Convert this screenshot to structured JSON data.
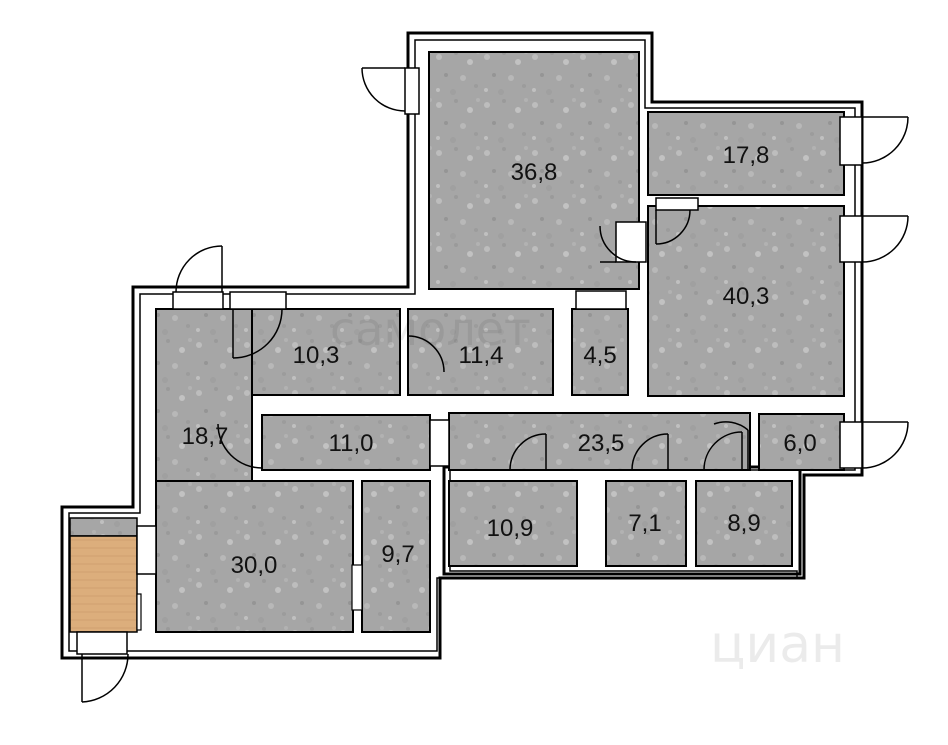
{
  "plan": {
    "rooms": [
      {
        "id": "r36_8",
        "area": "36,8"
      },
      {
        "id": "r17_8",
        "area": "17,8"
      },
      {
        "id": "r40_3",
        "area": "40,3"
      },
      {
        "id": "r10_3",
        "area": "10,3"
      },
      {
        "id": "r11_4",
        "area": "11,4"
      },
      {
        "id": "r4_5",
        "area": "4,5"
      },
      {
        "id": "r18_7",
        "area": "18,7"
      },
      {
        "id": "r11_0",
        "area": "11,0"
      },
      {
        "id": "r23_5",
        "area": "23,5"
      },
      {
        "id": "r6_0",
        "area": "6,0"
      },
      {
        "id": "r30_0",
        "area": "30,0"
      },
      {
        "id": "r9_7",
        "area": "9,7"
      },
      {
        "id": "r10_9",
        "area": "10,9"
      },
      {
        "id": "r7_1",
        "area": "7,1"
      },
      {
        "id": "r8_9",
        "area": "8,9"
      }
    ],
    "colors": {
      "wall": "#000000",
      "floor": "#a8a8a8",
      "balcony_floor": "#dcae7c",
      "interior": "#ffffff"
    }
  },
  "watermarks": {
    "samolet": "самолет",
    "cian": "циан"
  }
}
